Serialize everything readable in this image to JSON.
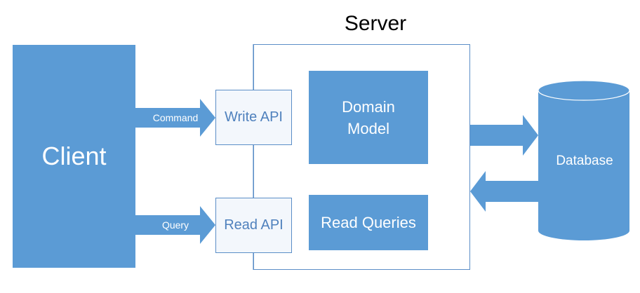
{
  "server": {
    "title": "Server"
  },
  "client": {
    "label": "Client"
  },
  "api": {
    "write": "Write API",
    "read": "Read API"
  },
  "components": {
    "domain_model": "Domain\nModel",
    "read_queries": "Read Queries"
  },
  "database": {
    "label": "Database"
  },
  "arrows": {
    "command": "Command",
    "query": "Query"
  },
  "colors": {
    "fill": "#5B9BD5",
    "border": "#5B8EC7",
    "api_bg": "#F3F7FC",
    "api_text": "#4F81BD"
  }
}
